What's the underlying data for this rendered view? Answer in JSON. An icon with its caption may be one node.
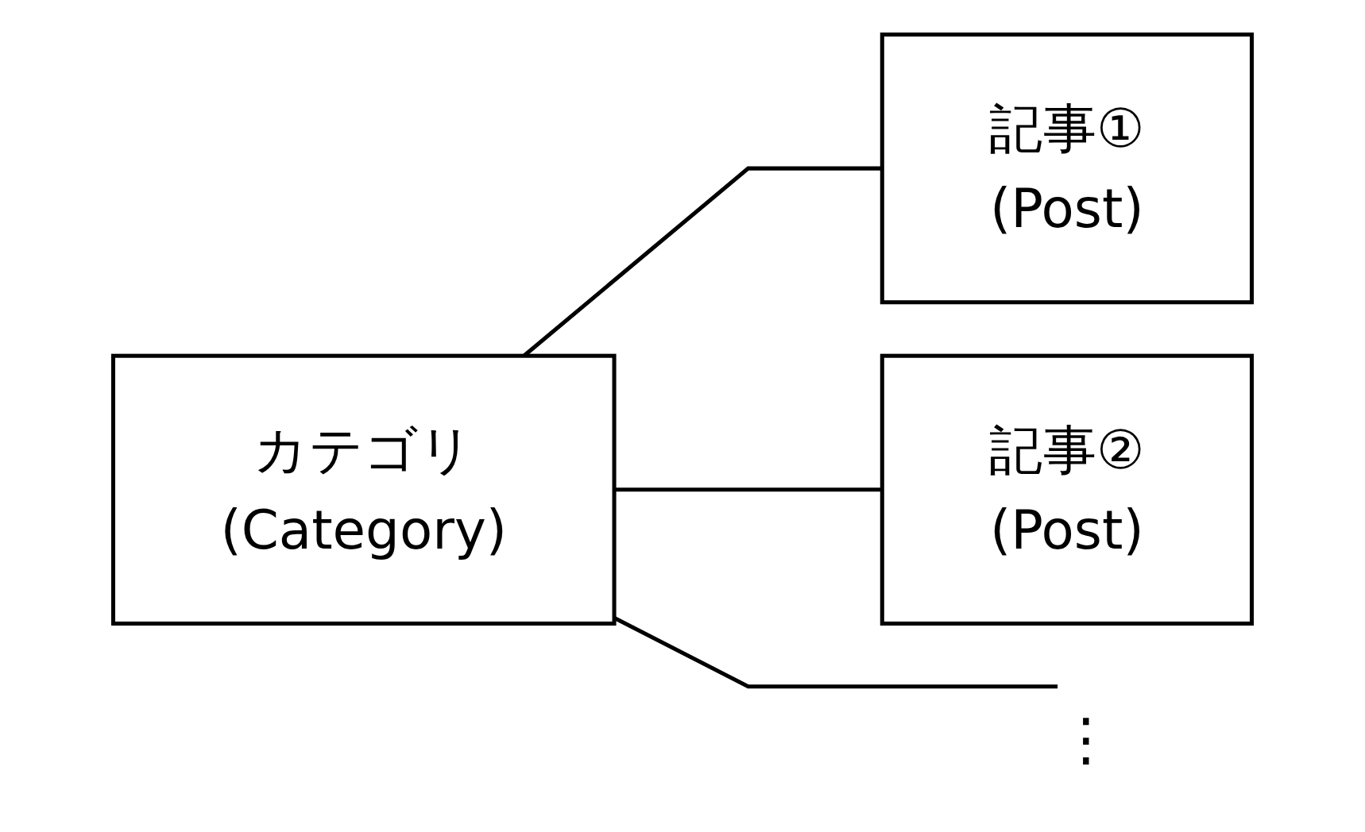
{
  "diagram": {
    "nodes": [
      {
        "text": [
          "カテゴリ",
          "(Category)"
        ]
      },
      {
        "text": [
          "記事①",
          "(Post)"
        ]
      },
      {
        "text": [
          "記事②",
          "(Post)"
        ]
      }
    ],
    "edges": [
      {
        "from": 0,
        "to": 1,
        "arrow": "none"
      },
      {
        "from": 0,
        "to": 2,
        "arrow": "none"
      },
      {
        "from": 0,
        "to": null,
        "arrow": "none"
      }
    ],
    "labels": [
      "⋮"
    ]
  }
}
